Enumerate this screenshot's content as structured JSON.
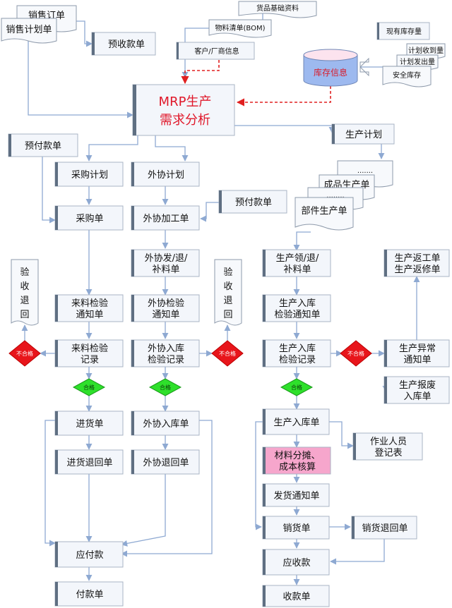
{
  "colors": {
    "box_fill": "#f3f6fb",
    "box_border": "#a9b4c4",
    "left_bar": "#5f6f82",
    "arrow": "#8ea9d2",
    "dashed_red": "#e02020",
    "fail_diamond": "#e8151b",
    "pass_diamond": "#2ee02b",
    "mrp_text": "#e0182a",
    "cost_box": "#f6a6cc",
    "database_top": "#fce3ee",
    "database_body": "#9db9ef"
  },
  "labels": {
    "sales_order": "销售订单",
    "sales_plan": "销售计划单",
    "advance_receipt": "预收款单",
    "basic_goods": "货品基础资料",
    "bom": "物料清单(BOM)",
    "customer_vendor": "客户/厂商信息",
    "current_stock": "现有库存量",
    "planned_receipt": "计划收到量",
    "planned_issue": "计划发出量",
    "safety_stock": "安全库存",
    "inventory_info": "库存信息",
    "mrp_line1": "MRP生产",
    "mrp_line2": "需求分析",
    "prepay_left": "预付款单",
    "purchase_plan": "采购计划",
    "outsource_plan": "外协计划",
    "production_plan": "生产计划",
    "dots1": ".......",
    "finished_prod": "成品生产单",
    "dots2": "........",
    "part_prod": "部件生产单",
    "purchase_order": "采购单",
    "outsource_order": "外协加工单",
    "prepay_right": "预付款单",
    "out_issue_l1": "外协发/退/",
    "out_issue_l2": "补料单",
    "prod_issue_l1": "生产领/退/",
    "prod_issue_l2": "补料单",
    "rework_l1": "生产返工单",
    "rework_l2": "生产返修单",
    "reject_left_l1": "验",
    "reject_left_l2": "收",
    "reject_left_l3": "退",
    "reject_left_l4": "回",
    "reject_mid_l1": "验",
    "reject_mid_l2": "收",
    "reject_mid_l3": "退",
    "reject_mid_l4": "回",
    "incoming_notice_l1": "来料检验",
    "incoming_notice_l2": "通知单",
    "out_notice_l1": "外协检验",
    "out_notice_l2": "通知单",
    "prod_notice_l1": "生产入库",
    "prod_notice_l2": "检验通知单",
    "incoming_record_l1": "来料检验",
    "incoming_record_l2": "记录",
    "out_record_l1": "外协入库",
    "out_record_l2": "检验记录",
    "prod_record_l1": "生产入库",
    "prod_record_l2": "检验记录",
    "fail": "不合格",
    "pass": "合格",
    "abnormal_l1": "生产异常",
    "abnormal_l2": "通知单",
    "scrap_l1": "生产报废",
    "scrap_l2": "入库单",
    "goods_receipt": "进货单",
    "out_receipt": "外协入库单",
    "prod_receipt": "生产入库单",
    "worker_l1": "作业人员",
    "worker_l2": "登记表",
    "goods_return": "进货退回单",
    "out_return": "外协退回单",
    "cost_l1": "材料分摊、",
    "cost_l2": "成本核算",
    "ship_notice": "发货通知单",
    "sales_doc": "销货单",
    "sales_return": "销货退回单",
    "payable": "应付款",
    "receivable": "应收款",
    "payment": "付款单",
    "collection": "收款单"
  }
}
